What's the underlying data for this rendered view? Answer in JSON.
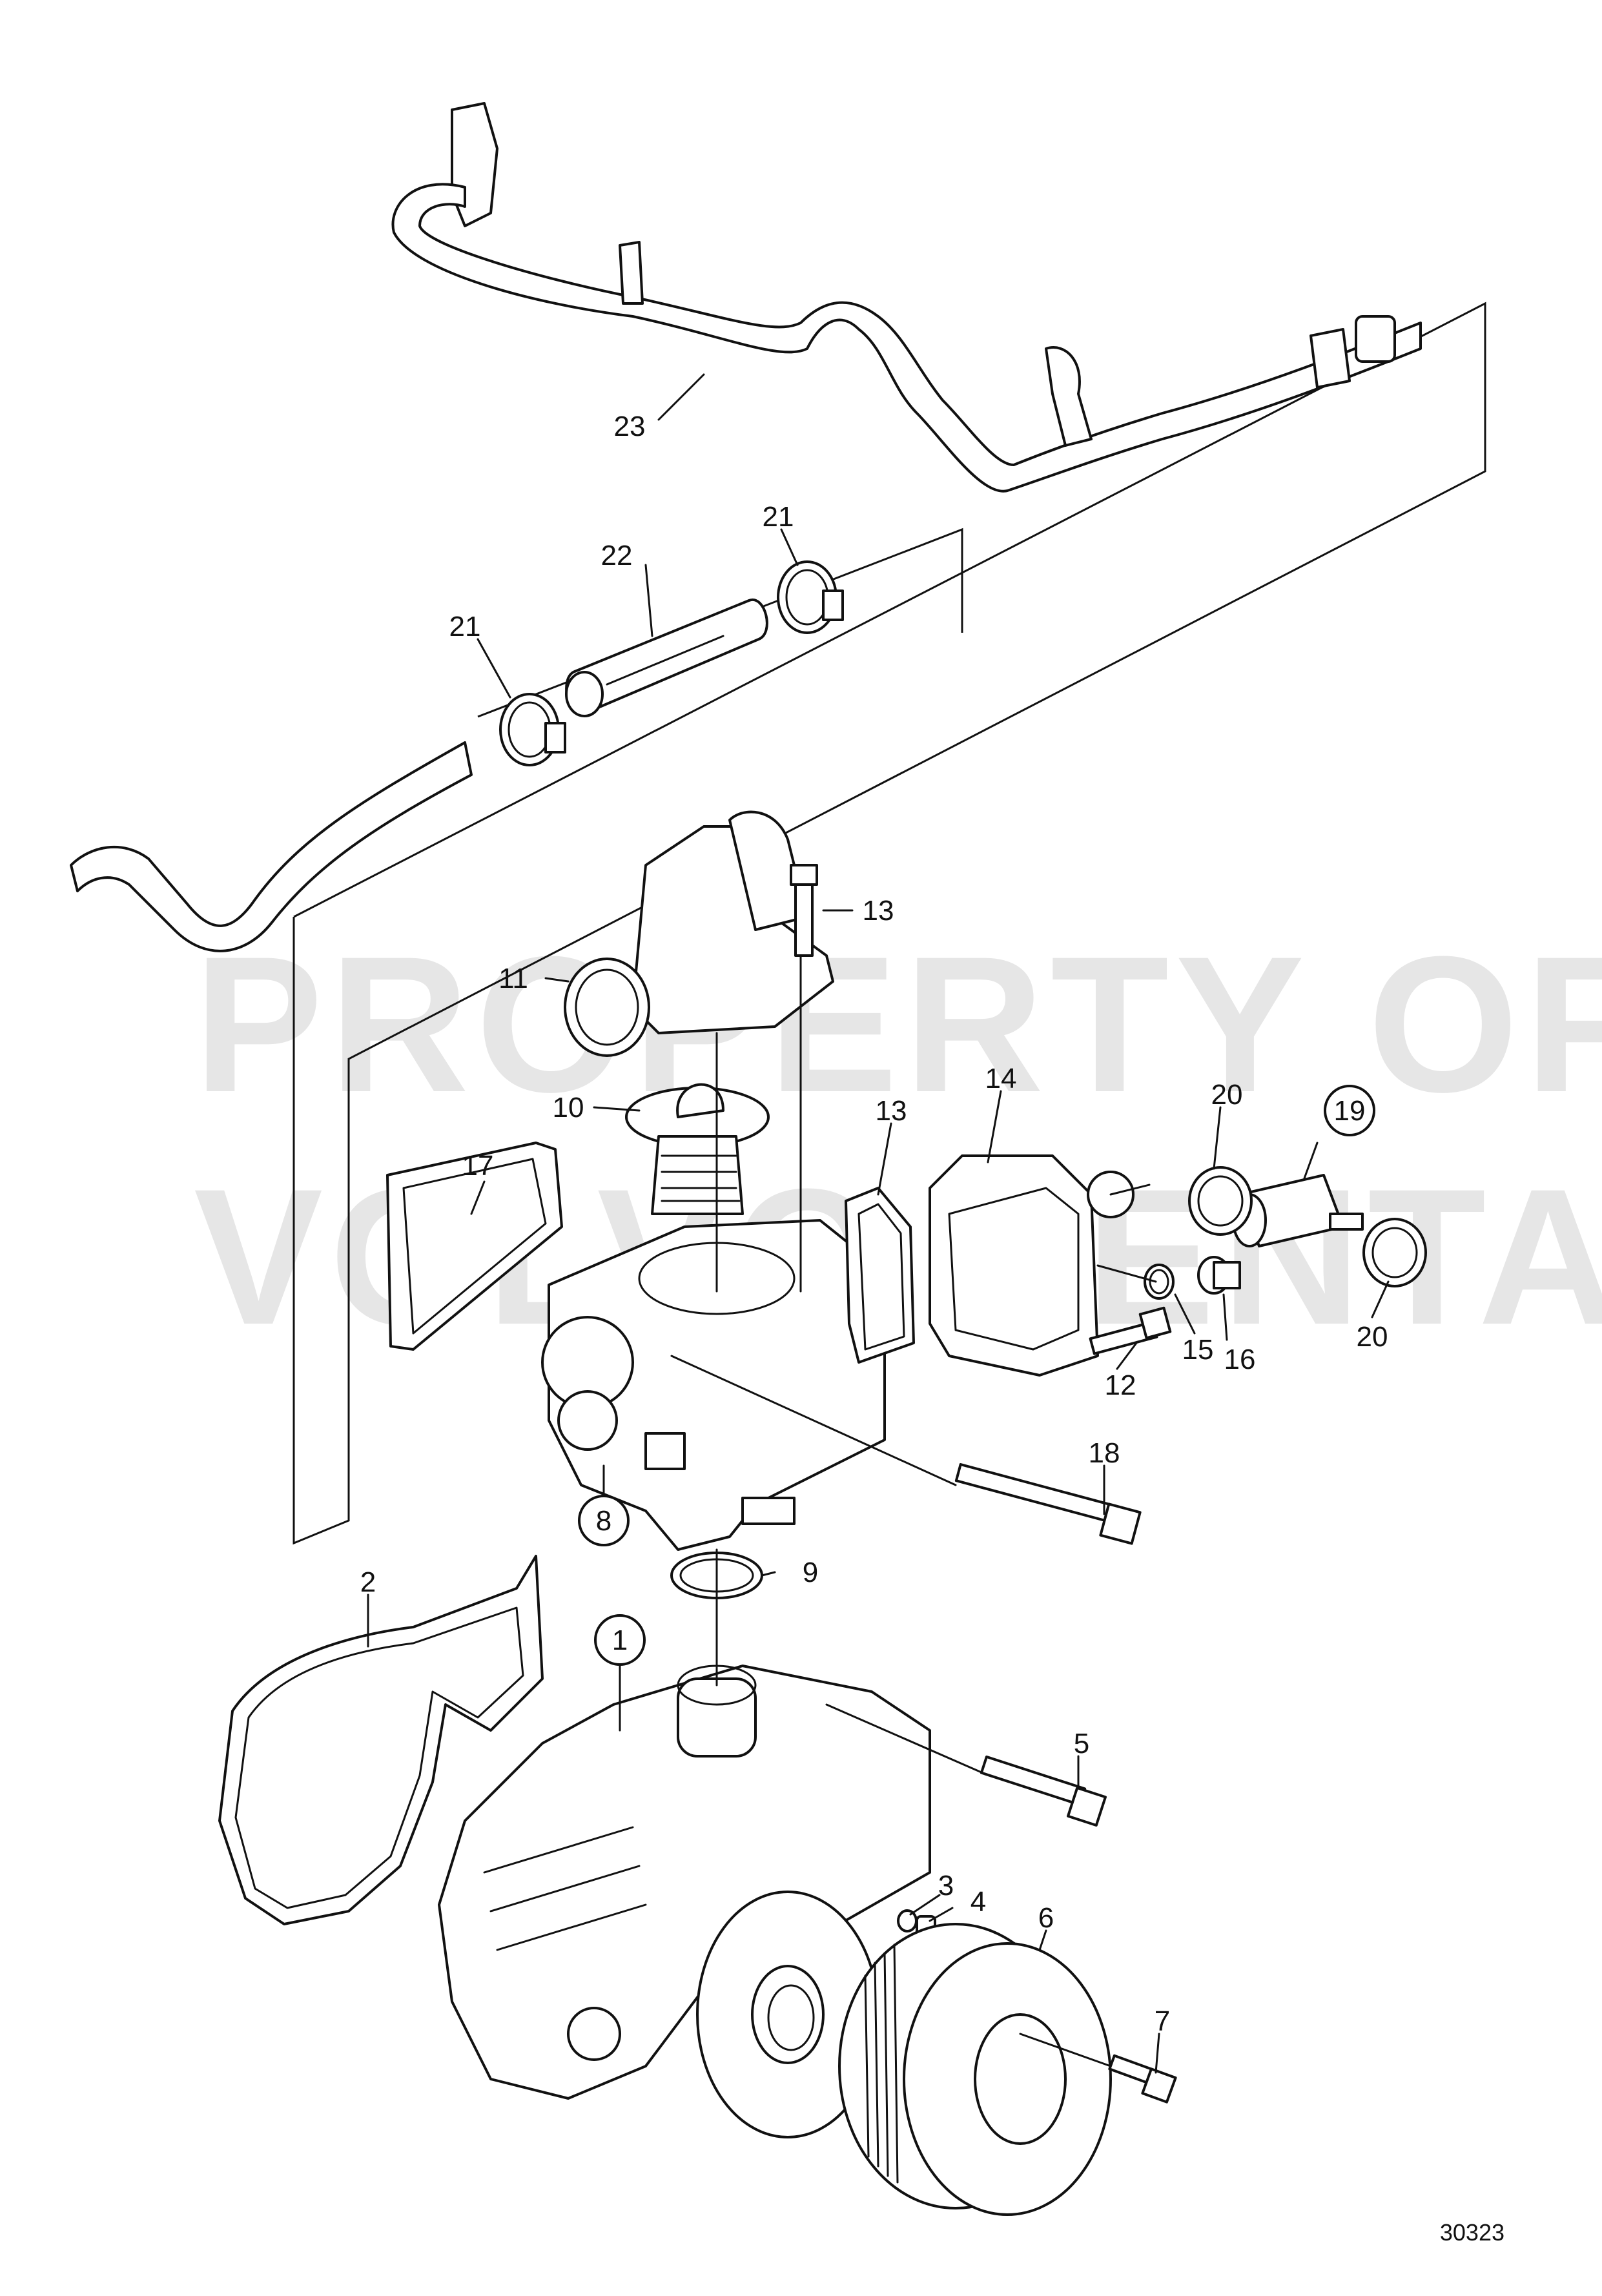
{
  "watermark": {
    "line1": "PROPERTY OF",
    "line2": "VOLVO PENTA"
  },
  "reference": "30323",
  "labels": {
    "p1": "1",
    "p2": "2",
    "p3": "3",
    "p4": "4",
    "p5": "5",
    "p6": "6",
    "p7": "7",
    "p8": "8",
    "p9": "9",
    "p10": "10",
    "p11": "11",
    "p12": "12",
    "p13a": "13",
    "p13b": "13",
    "p14": "14",
    "p15": "15",
    "p16": "16",
    "p17": "17",
    "p18": "18",
    "p19": "19",
    "p20a": "20",
    "p20b": "20",
    "p21a": "21",
    "p21b": "21",
    "p22": "22",
    "p23": "23"
  },
  "circled_parts": [
    "1",
    "8",
    "19"
  ]
}
